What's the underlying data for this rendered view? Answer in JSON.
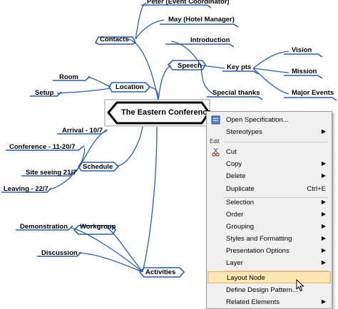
{
  "colors": {
    "connector": "#2b5fae",
    "menu_bg": "#f0f0f0",
    "highlight": "#fde5b4"
  },
  "central_topic": "The Eastern Conference",
  "topics": {
    "peter": "Peter (Event Coordinator)",
    "may": "May (Hotel Manager)",
    "contacts": "Contacts",
    "introduction": "Introduction",
    "speech": "Speech",
    "key_pts": "Key pts",
    "vision": "Vision",
    "mission": "Mission",
    "major_events": "Major Events",
    "special_thanks": "Special thanks",
    "room": "Room",
    "setup": "Setup",
    "location": "Location",
    "arrival": "Arrival - 10/7",
    "conference": "Conference - 11-20/7",
    "site_seeing": "Site seeing 21/7",
    "leaving": "Leaving - 22/7",
    "schedule": "Schedule",
    "demonstration": "Demonstration",
    "workgroup": "Workgroup",
    "discussion": "Discussion",
    "activities": "Activities"
  },
  "context_menu": {
    "open_specification": "Open Specification...",
    "stereotypes": "Stereotypes",
    "edit_group": "Edit",
    "cut": "Cut",
    "copy": "Copy",
    "delete": "Delete",
    "duplicate": "Duplicate",
    "duplicate_shortcut": "Ctrl+E",
    "selection": "Selection",
    "order": "Order",
    "grouping": "Grouping",
    "styles_formatting": "Styles and Formatting",
    "presentation_options": "Presentation Options",
    "layer": "Layer",
    "layout_node": "Layout Node",
    "define_design_pattern": "Define Design Pattern...",
    "related_elements": "Related Elements"
  }
}
